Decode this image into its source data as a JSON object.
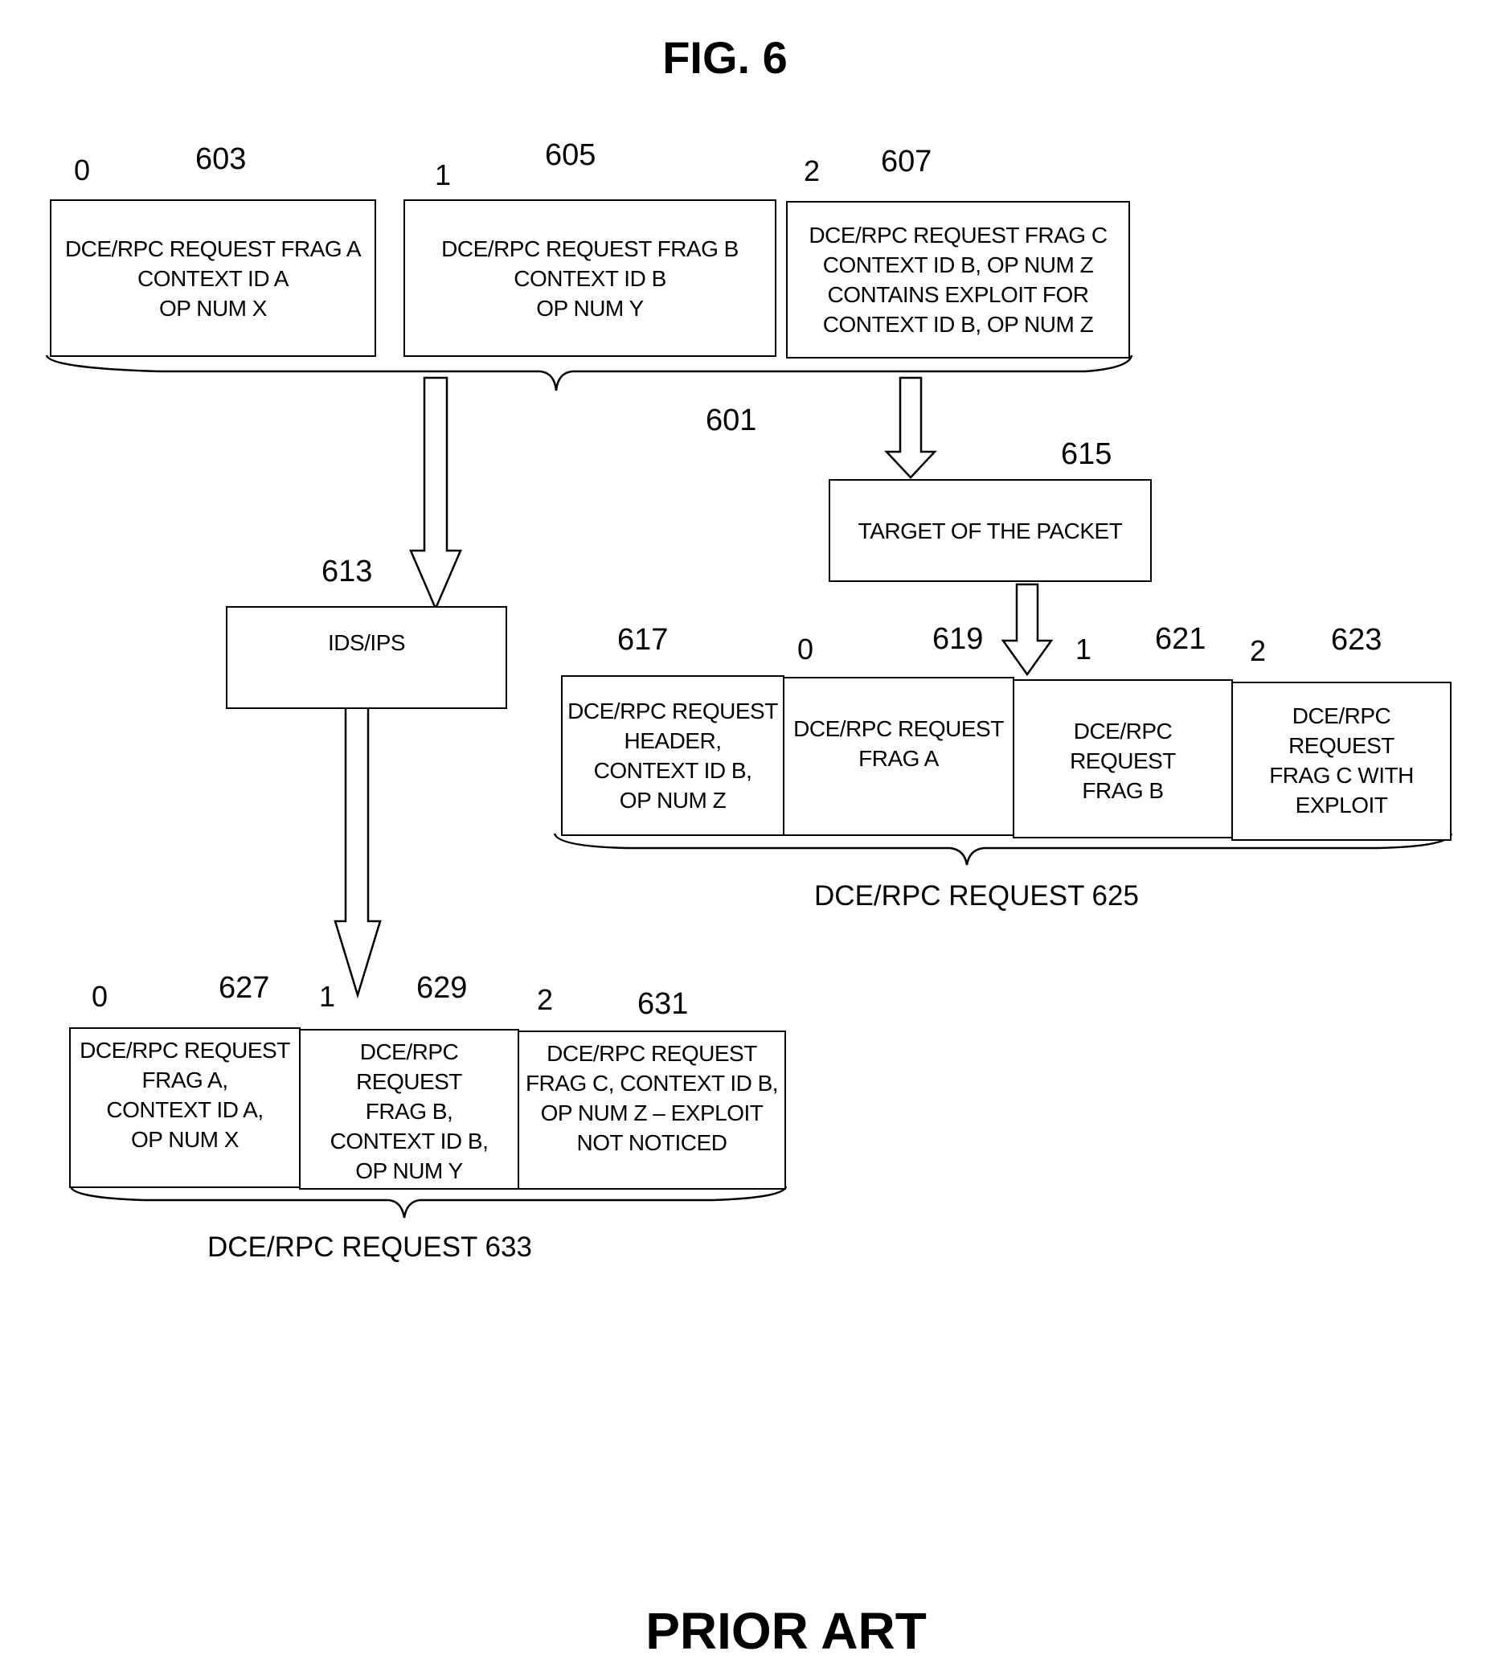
{
  "figure": {
    "title": "FIG. 6",
    "footer": "PRIOR ART"
  },
  "top_row": {
    "frags": [
      {
        "index": "0",
        "ref": "603",
        "text": "DCE/RPC REQUEST FRAG A\nCONTEXT ID A\nOP NUM X"
      },
      {
        "index": "1",
        "ref": "605",
        "text": "DCE/RPC REQUEST FRAG B\nCONTEXT ID B\nOP NUM Y"
      },
      {
        "index": "2",
        "ref": "607",
        "text": "DCE/RPC REQUEST FRAG C\nCONTEXT ID B,  OP NUM Z\nCONTAINS EXPLOIT FOR\nCONTEXT ID B, OP NUM Z"
      }
    ],
    "group_ref": "601"
  },
  "ids_box": {
    "ref": "613",
    "text": "IDS/IPS"
  },
  "target_box": {
    "ref": "615",
    "text": "TARGET OF THE PACKET"
  },
  "target_row": {
    "header": {
      "ref": "617",
      "text": "DCE/RPC REQUEST\nHEADER,\nCONTEXT ID B,\nOP NUM Z"
    },
    "frags": [
      {
        "index": "0",
        "ref": "619",
        "text": "DCE/RPC REQUEST\nFRAG A"
      },
      {
        "index": "1",
        "ref": "621",
        "text": "DCE/RPC REQUEST\nFRAG B"
      },
      {
        "index": "2",
        "ref": "623",
        "text": "DCE/RPC REQUEST\nFRAG C WITH\nEXPLOIT"
      }
    ],
    "caption": "DCE/RPC REQUEST 625"
  },
  "ids_row": {
    "frags": [
      {
        "index": "0",
        "ref": "627",
        "text": "DCE/RPC REQUEST\nFRAG A,\nCONTEXT ID A,\nOP NUM X"
      },
      {
        "index": "1",
        "ref": "629",
        "text": "DCE/RPC REQUEST\nFRAG B,\nCONTEXT ID B,\nOP NUM Y"
      },
      {
        "index": "2",
        "ref": "631",
        "text": "DCE/RPC REQUEST\nFRAG C, CONTEXT ID B,\nOP NUM Z – EXPLOIT\nNOT NOTICED"
      }
    ],
    "caption": "DCE/RPC REQUEST 633"
  }
}
